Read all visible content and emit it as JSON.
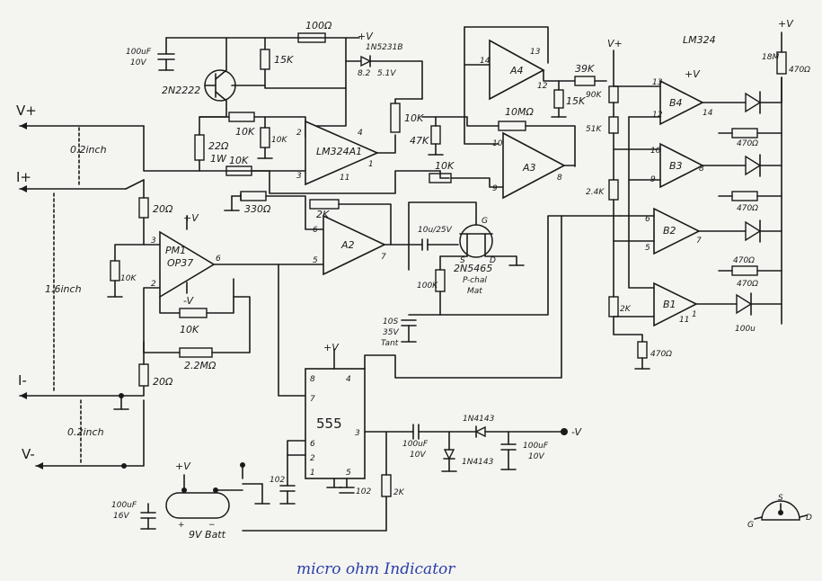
{
  "title": "micro ohm Indicator",
  "terminals": {
    "vplus": "V+",
    "iplus": "I+",
    "iminus": "I-",
    "vminus": "V-"
  },
  "dimensions": {
    "top_gap": "0.2inch",
    "mid_gap": "1.6inch",
    "bottom_gap": "0.2inch"
  },
  "ics": {
    "ref_amp": "LM324A1",
    "preamp_line1": "PM1",
    "preamp_line2": "OP37",
    "a2": "A2",
    "a3": "A3",
    "a4": "A4",
    "b1": "B1",
    "b2": "B2",
    "b3": "B3",
    "b4": "B4",
    "timer": "555",
    "quad": "LM324"
  },
  "transistors": {
    "npn": "2N2222",
    "jfet": "2N5465",
    "jfet_note1": "P-chal",
    "jfet_note2": "Mat"
  },
  "diodes": {
    "ref": "1N5231B",
    "ref_note1": "8.2",
    "ref_note2": "5.1V",
    "d1": "1N4143",
    "d2": "1N4143"
  },
  "supply": {
    "plus": "+V",
    "minus": "-V",
    "battery": "9V Batt",
    "vplus": "V+"
  },
  "components": {
    "c_top": "100uF",
    "c_top_v": "10V",
    "r15k": "15K",
    "r100": "100Ω",
    "r10k_a": "10K",
    "r10k_b": "10K",
    "r22": "22Ω",
    "r22_w": "1W",
    "r10k_c": "10K",
    "pot10k": "10K",
    "r47k": "47K",
    "r10m": "10MΩ",
    "r10k_d": "10K",
    "r20a": "20Ω",
    "r10k_e": "10K",
    "r330": "330Ω",
    "r2k": "2K",
    "c10u": "10u/25V",
    "r100k": "100K",
    "r10k_f": "10K",
    "r2m2": "2.2MΩ",
    "r20b": "20Ω",
    "c10s": "10S",
    "c10s_v": "35V",
    "c10s_t": "Tant",
    "r39k": "39K",
    "r15k_b": "15K",
    "r90k": "90K",
    "r51k": "51K",
    "r24k": "2.4K",
    "r2k_b": "2K",
    "r470": "470Ω",
    "r470_top": "470Ω",
    "led_r1": "470Ω",
    "led_r2": "470Ω",
    "led_r3": "470Ω",
    "led_r4": "470Ω",
    "led_top": "18M",
    "c_out1": "100uF",
    "c_out1_v": "10V",
    "c_out2": "100uF",
    "c_out2_v": "10V",
    "c_102a": "102",
    "c_102b": "102",
    "r2k_c": "2K",
    "c_bat": "100uF",
    "c_bat_v": "16V",
    "led_bot": "100u"
  },
  "pins": {
    "p1": "1",
    "p2": "2",
    "p3": "3",
    "p4": "4",
    "p5": "5",
    "p6": "6",
    "p7": "7",
    "p8": "8",
    "p9": "9",
    "p10": "10",
    "p11": "11",
    "p12": "12",
    "p13": "13",
    "p14": "14"
  },
  "jfet_pins": {
    "g": "G",
    "s": "S",
    "d": "D"
  },
  "pinout": {
    "s": "S",
    "g": "G",
    "d": "D"
  }
}
